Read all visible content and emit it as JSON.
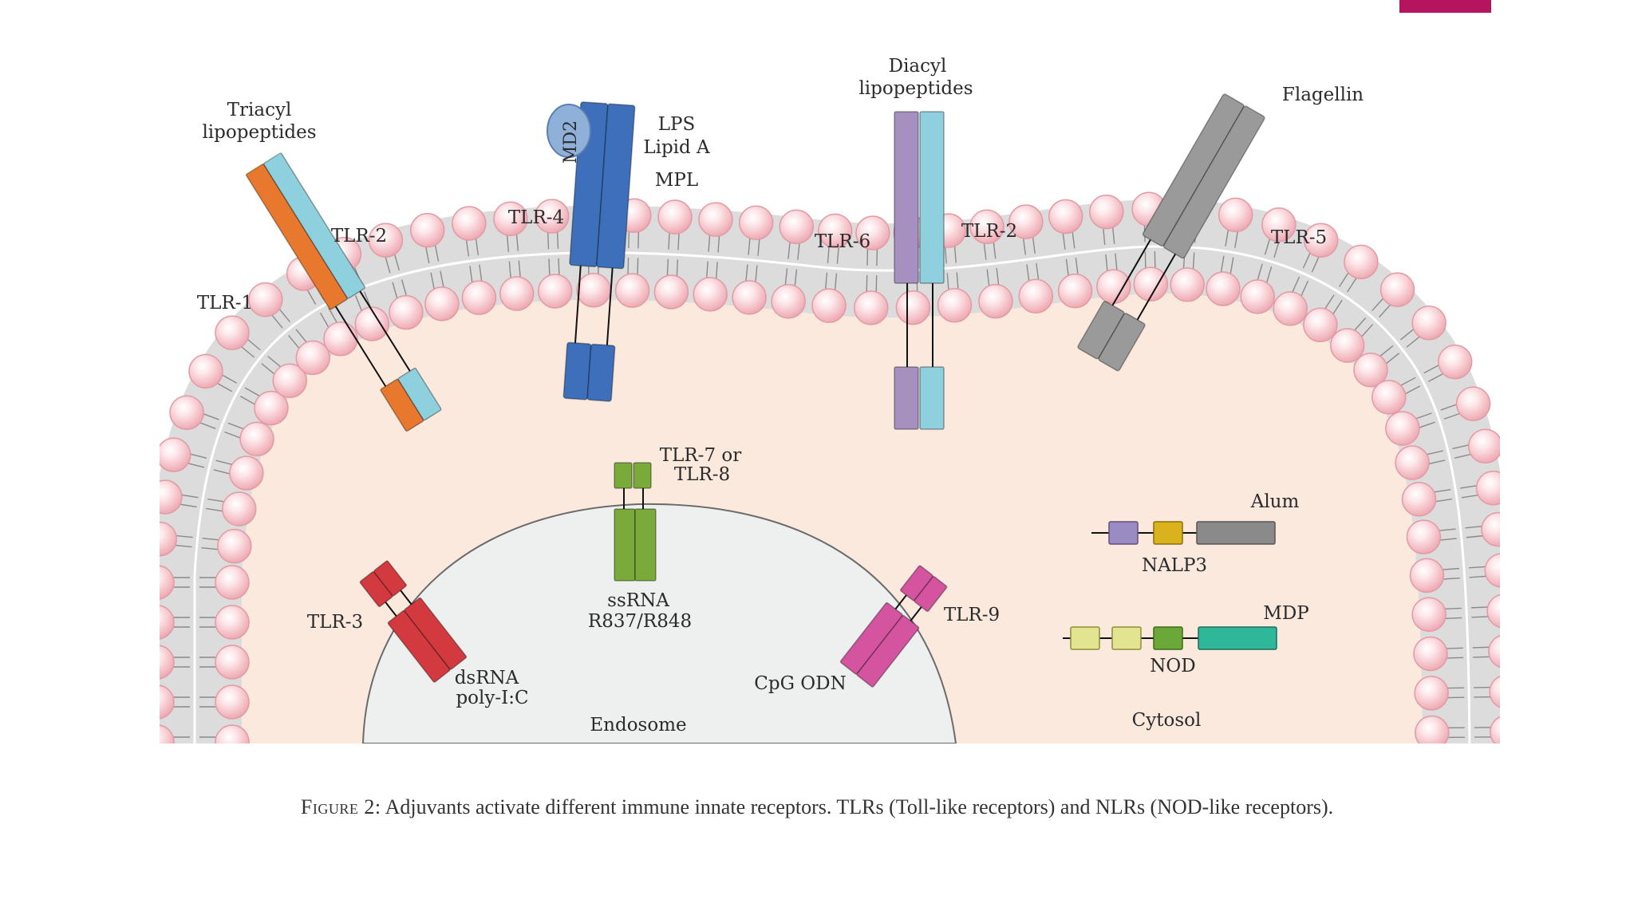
{
  "accent_bar_color": "#b5155f",
  "colors": {
    "cytosol": "#fbe9de",
    "membrane_band": "#dcdcdc",
    "head": "#f6c9cf",
    "endosome": "#eef0f0",
    "tlr1": "#e8782e",
    "tlr2": "#8fd0de",
    "tlr4": "#3d6fba",
    "md2": "#8fb0d9",
    "tlr6": "#a590bf",
    "tlr5": "#9a9a9a",
    "tlr78": "#7aaa3a",
    "tlr3": "#d23a3f",
    "tlr9": "#d454a0"
  },
  "labels": {
    "triacyl": [
      "Triacyl",
      "lipopeptides"
    ],
    "tlr1": "TLR-1",
    "tlr2_left": "TLR-2",
    "md2": "MD2",
    "lps": [
      "LPS",
      "Lipid A"
    ],
    "mpl": "MPL",
    "tlr4": "TLR-4",
    "diacyl": [
      "Diacyl",
      "lipopeptides"
    ],
    "tlr6": "TLR-6",
    "tlr2_right": "TLR-2",
    "flagellin": "Flagellin",
    "tlr5": "TLR-5",
    "tlr78": [
      "TLR-7 or",
      "TLR-8"
    ],
    "ssrna": [
      "ssRNA",
      "R837/R848"
    ],
    "tlr3": "TLR-3",
    "dsrna": [
      "dsRNA",
      "poly-I:C"
    ],
    "tlr9": "TLR-9",
    "cpg": "CpG ODN",
    "endosome": "Endosome",
    "alum": "Alum",
    "nalp3": "NALP3",
    "mdp": "MDP",
    "nod": "NOD",
    "cytosol": "Cytosol"
  },
  "caption": {
    "prefix": "Figure 2:",
    "text": " Adjuvants activate different immune innate receptors. TLRs (Toll-like receptors) and NLRs (NOD-like receptors)."
  }
}
